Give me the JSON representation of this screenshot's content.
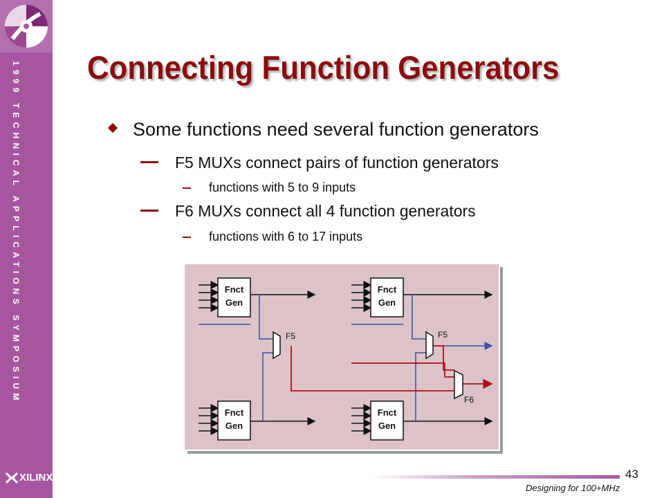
{
  "sidebar": {
    "vertical_text": "1999 TECHNICAL APPLICATIONS SYMPOSIUM",
    "brand": "XILINX"
  },
  "slide": {
    "title": "Connecting Function Generators",
    "bullet1": "Some functions need several function generators",
    "sub1": "F5 MUXs connect pairs of function generators",
    "sub1_detail": "functions with 5 to 9 inputs",
    "sub2": "F6 MUXs connect all 4 function generators",
    "sub2_detail": "functions with 6 to 17 inputs"
  },
  "diagram": {
    "blocks": [
      {
        "line1": "Fnct",
        "line2": "Gen"
      },
      {
        "line1": "Fnct",
        "line2": "Gen"
      },
      {
        "line1": "Fnct",
        "line2": "Gen"
      },
      {
        "line1": "Fnct",
        "line2": "Gen"
      }
    ],
    "mux_labels": {
      "f5_left": "F5",
      "f5_right": "F5",
      "f6": "F6"
    },
    "colors": {
      "panel": "#dcc3c8",
      "blue": "#3a4fa8",
      "red": "#b0101a",
      "wire": "#111111"
    }
  },
  "footer": {
    "page_number": "43",
    "caption": "Designing for 100+MHz"
  }
}
